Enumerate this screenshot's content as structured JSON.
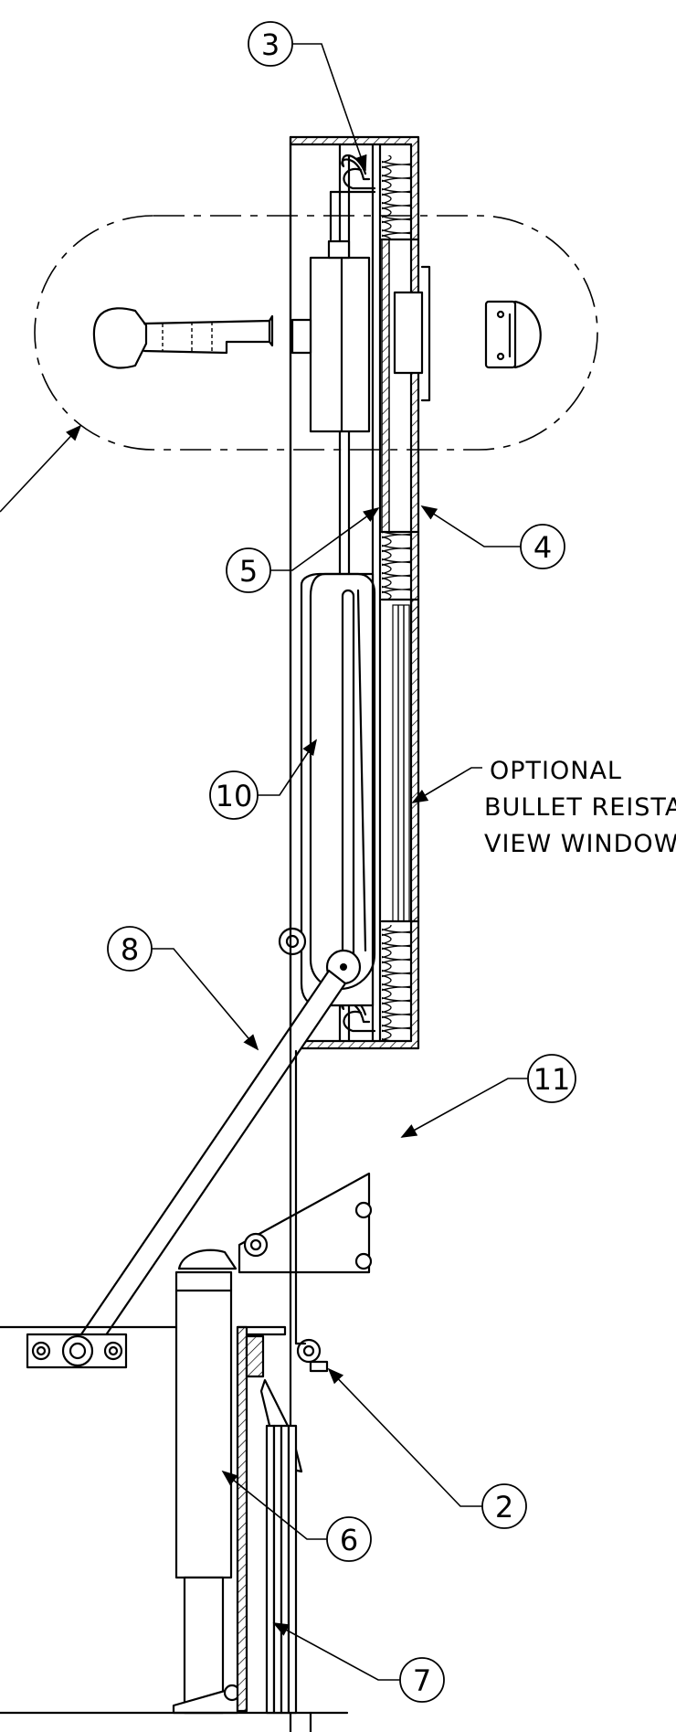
{
  "callouts": [
    {
      "id": "3",
      "label": "3"
    },
    {
      "id": "4",
      "label": "4"
    },
    {
      "id": "5",
      "label": "5"
    },
    {
      "id": "10",
      "label": "10"
    },
    {
      "id": "8",
      "label": "8"
    },
    {
      "id": "11",
      "label": "11"
    },
    {
      "id": "2",
      "label": "2"
    },
    {
      "id": "6",
      "label": "6"
    },
    {
      "id": "7",
      "label": "7"
    }
  ],
  "note": {
    "line1": "OPTIONAL",
    "line2": "BULLET REISTANT",
    "line3": "VIEW WINDOW"
  }
}
